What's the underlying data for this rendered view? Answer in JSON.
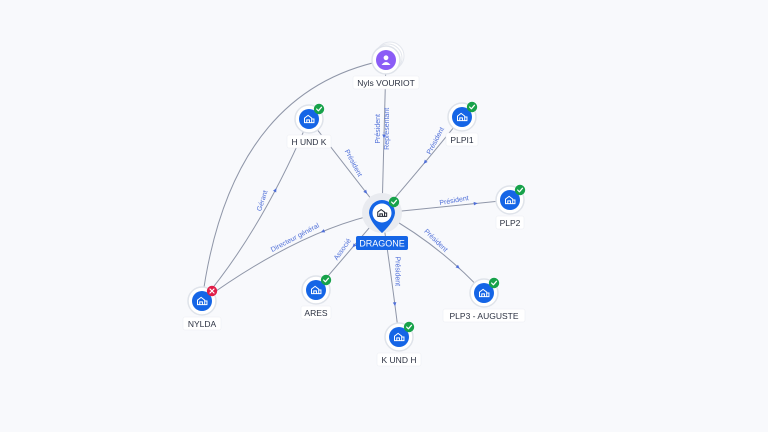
{
  "center": {
    "label": "DRAGONE",
    "icon": "building-icon",
    "status": "active"
  },
  "nodes": [
    {
      "id": "nyls",
      "label": "Nyls VOURIOT",
      "kind": "person",
      "icon": "person-icon"
    },
    {
      "id": "hundk",
      "label": "H UND K",
      "kind": "company",
      "icon": "building-icon",
      "status": "active"
    },
    {
      "id": "plpi1",
      "label": "PLPI1",
      "kind": "company",
      "icon": "building-icon",
      "status": "active"
    },
    {
      "id": "plp2",
      "label": "PLP2",
      "kind": "company",
      "icon": "building-icon",
      "status": "active"
    },
    {
      "id": "plp3",
      "label": "PLP3 - AUGUSTE",
      "kind": "company",
      "icon": "building-icon",
      "status": "active"
    },
    {
      "id": "kundh",
      "label": "K UND H",
      "kind": "company",
      "icon": "building-icon",
      "status": "active"
    },
    {
      "id": "ares",
      "label": "ARES",
      "kind": "company",
      "icon": "building-icon",
      "status": "active"
    },
    {
      "id": "nylda",
      "label": "NYLDA",
      "kind": "company",
      "icon": "building-icon",
      "status": "closed"
    }
  ],
  "edges": [
    {
      "from": "nyls",
      "to": "center",
      "labels": [
        "Président",
        "Représentant"
      ]
    },
    {
      "from": "hundk",
      "to": "center",
      "labels": [
        "Président"
      ]
    },
    {
      "from": "plpi1",
      "to": "center",
      "labels": [
        "Président"
      ]
    },
    {
      "from": "center",
      "to": "plp2",
      "labels": [
        "Président"
      ]
    },
    {
      "from": "center",
      "to": "plp3",
      "labels": [
        "Président"
      ]
    },
    {
      "from": "center",
      "to": "kundh",
      "labels": [
        "Président"
      ]
    },
    {
      "from": "center",
      "to": "ares",
      "labels": [
        "Associé"
      ]
    },
    {
      "from": "center",
      "to": "nylda",
      "labels": [
        "Directeur général"
      ]
    },
    {
      "from": "nylda",
      "to": "hundk",
      "labels": [
        "Gérant"
      ]
    },
    {
      "from": "nylda",
      "to": "nyls",
      "labels": []
    }
  ],
  "colors": {
    "company": "#1565e6",
    "person": "#8b5cf6",
    "active_badge": "#17a24a",
    "closed_badge": "#e11d48",
    "edge_label": "#4f6fd8"
  }
}
